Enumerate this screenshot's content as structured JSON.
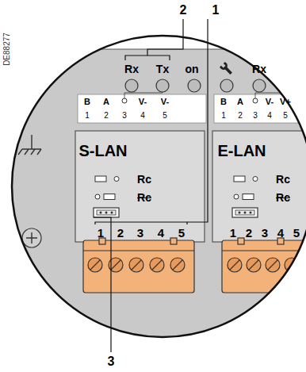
{
  "diagram": {
    "nodes": [
      {
        "text": [
          "S-LAN"
        ]
      },
      {
        "text": [
          "E-LAN"
        ]
      }
    ],
    "labels": [
      "DE88277",
      "2",
      "1",
      "Rx",
      "Tx",
      "on",
      "Rx",
      "B",
      "A",
      "V-",
      "V-",
      "1",
      "2",
      "3",
      "4",
      "5",
      "B",
      "A",
      "V-",
      "V+",
      "1",
      "2",
      "3",
      "4",
      "5",
      "Rc",
      "Rc",
      "Rc",
      "Rc",
      "1",
      "2",
      "3",
      "4",
      "5",
      "1",
      "2",
      "3",
      "4",
      "5",
      "3"
    ]
  }
}
